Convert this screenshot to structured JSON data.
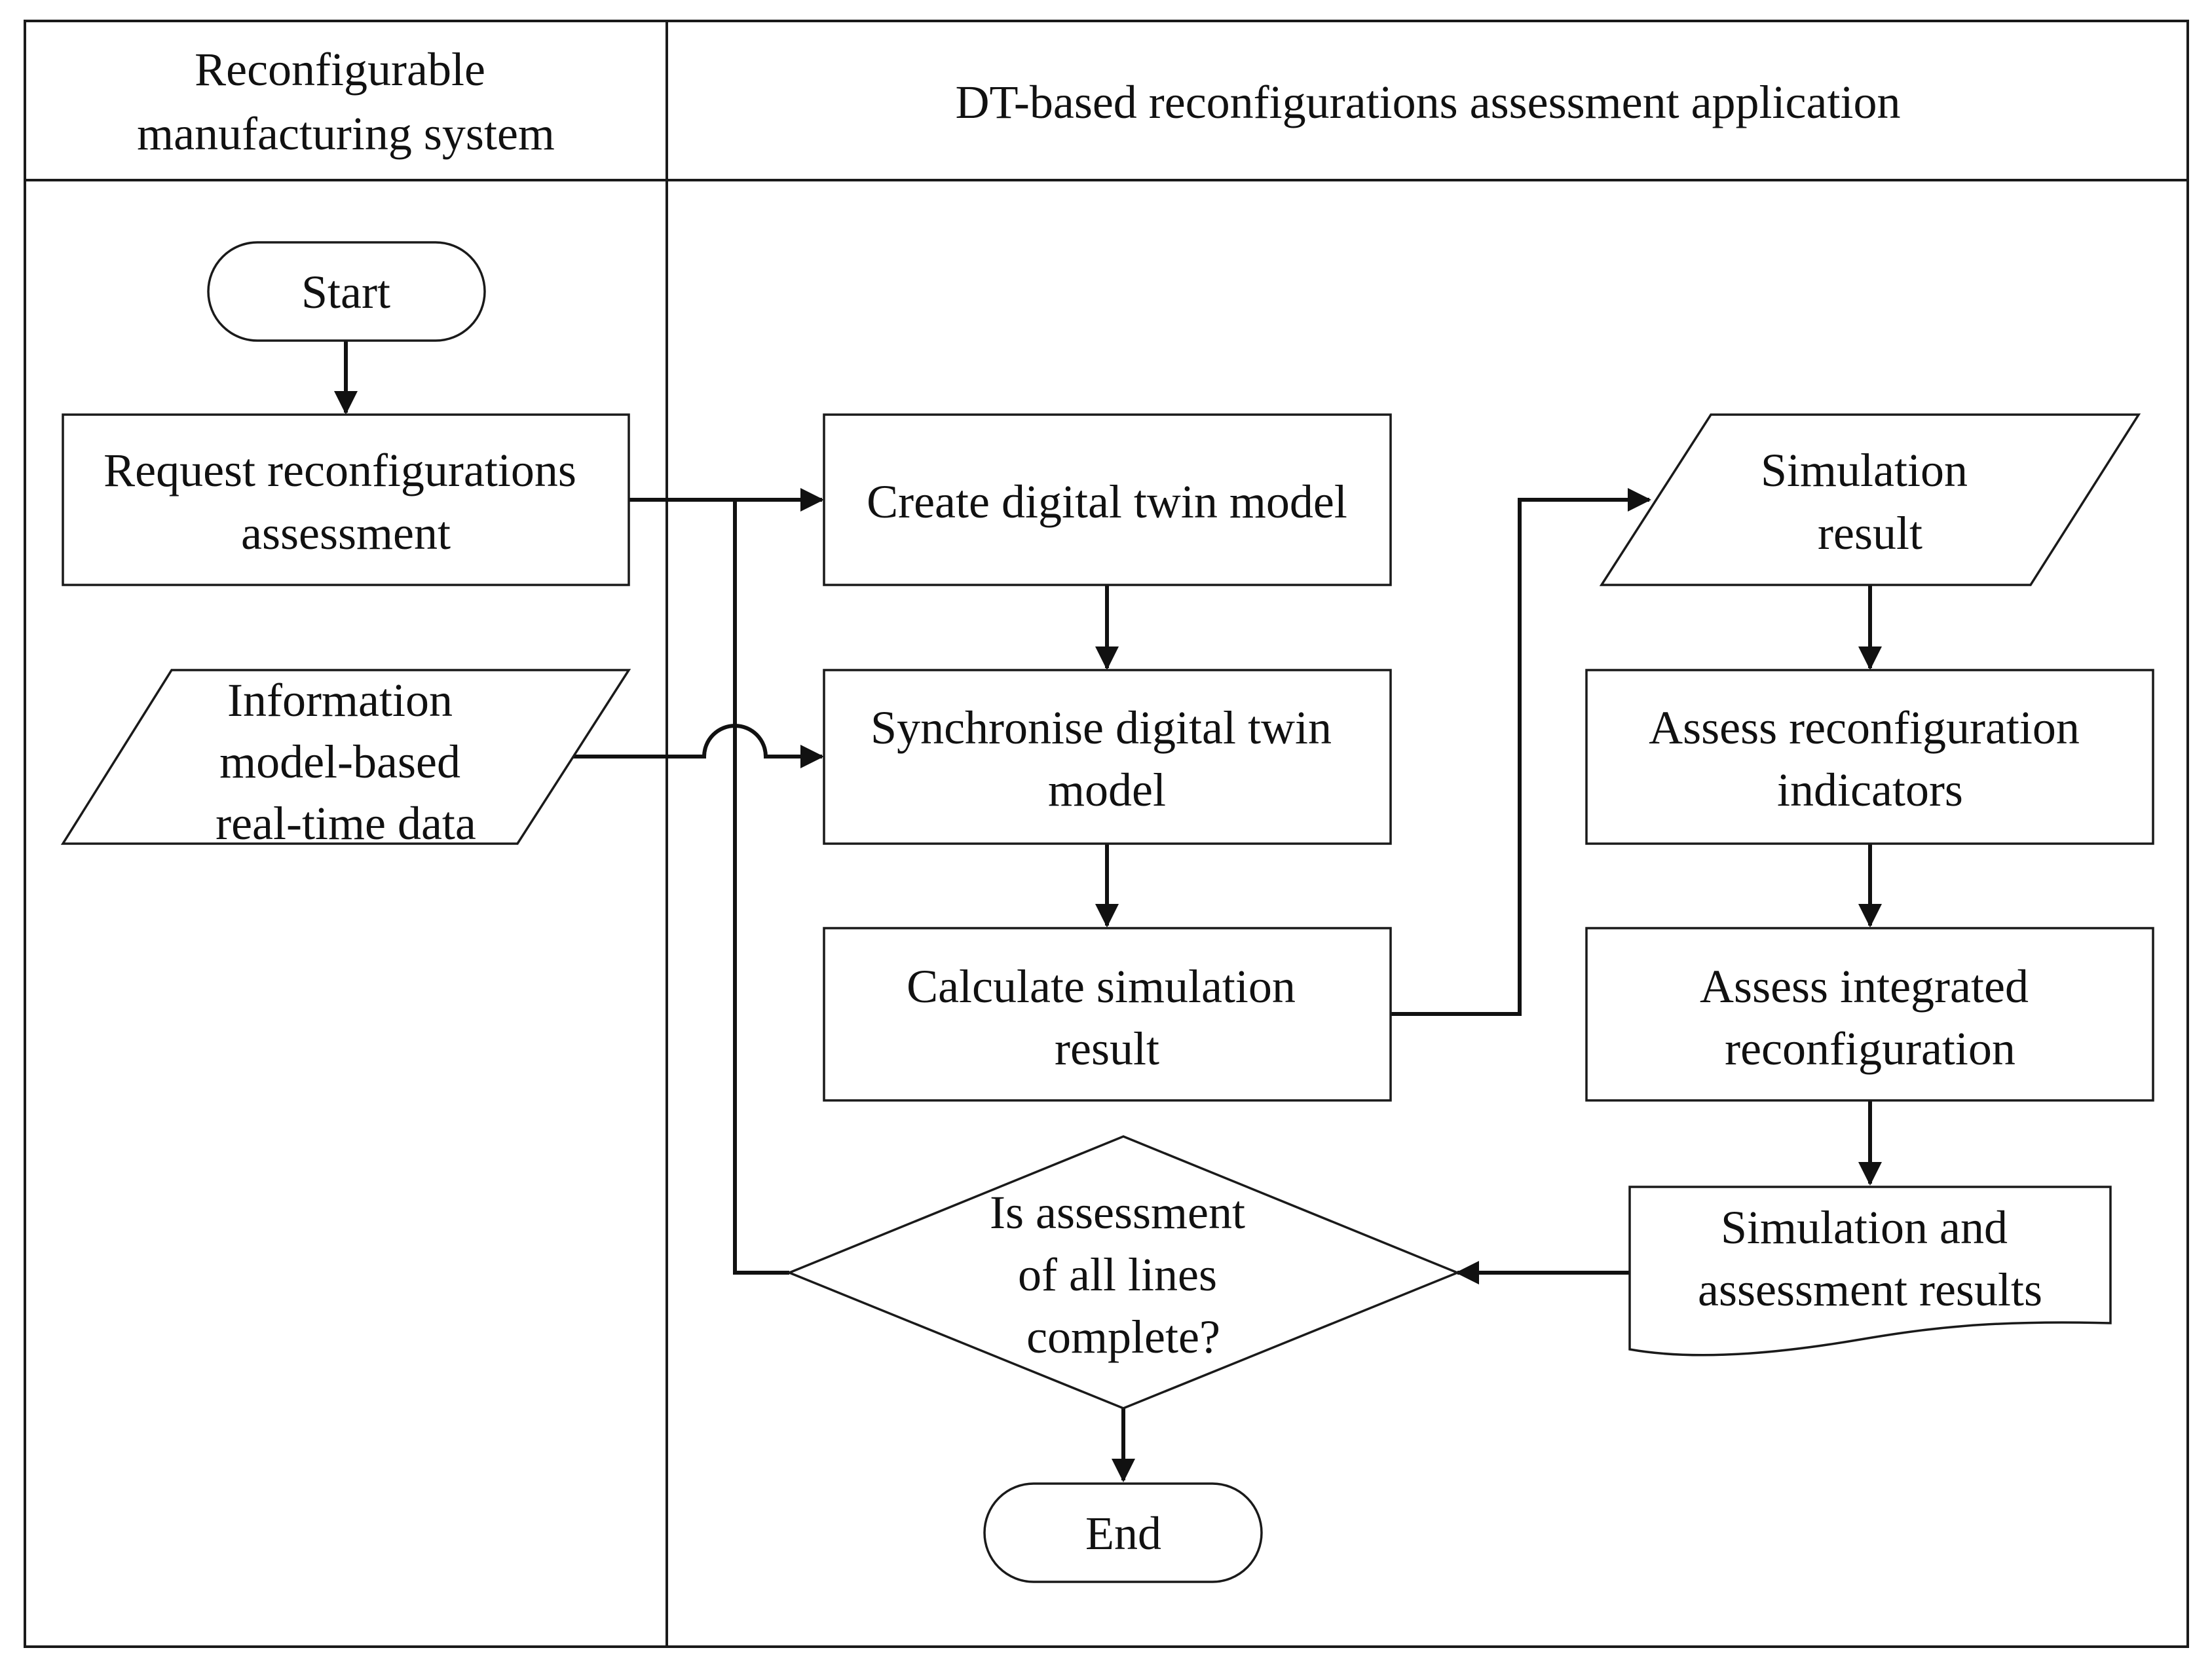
{
  "lanes": {
    "left_header": [
      "Reconfigurable",
      "manufacturing system"
    ],
    "right_header": "DT-based reconfigurations assessment application"
  },
  "nodes": {
    "start": "Start",
    "request": [
      "Request reconfigurations",
      "assessment"
    ],
    "realtime_data": [
      "Information",
      "model-based",
      "real-time data"
    ],
    "create_model": "Create digital twin model",
    "synchronise": [
      "Synchronise digital twin",
      "model"
    ],
    "calculate": [
      "Calculate simulation",
      "result"
    ],
    "sim_result": [
      "Simulation",
      "result"
    ],
    "assess_indicators": [
      "Assess reconfiguration",
      "indicators"
    ],
    "assess_integrated": [
      "Assess integrated",
      "reconfiguration"
    ],
    "results_doc": [
      "Simulation and",
      "assessment results"
    ],
    "decision": [
      "Is assessment",
      "of all lines",
      "complete?"
    ],
    "end": "End"
  }
}
